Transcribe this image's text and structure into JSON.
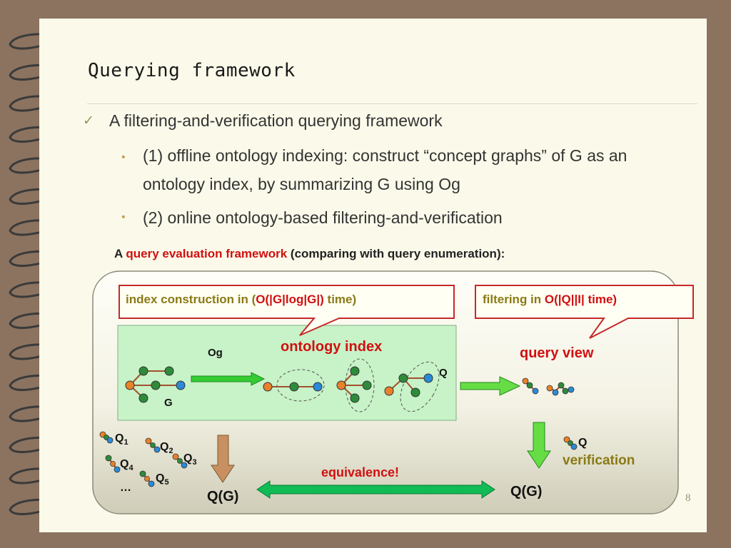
{
  "slide": {
    "title": "Querying framework",
    "bullet_main": "A filtering-and-verification querying framework",
    "sub_bullets": [
      "(1) offline ontology indexing: construct “concept graphs” of G as an ontology index,  by summarizing G using Og",
      "(2) online ontology-based filtering-and-verification"
    ],
    "caption_prefix": "A ",
    "caption_highlight": "query evaluation framework",
    "caption_suffix": " (comparing with query enumeration):",
    "page_number": "8"
  },
  "diagram": {
    "callout_left_prefix": "index construction in (",
    "callout_left_highlight": "O(|G|log|G|)",
    "callout_left_suffix": " time)",
    "callout_right_prefix": "filtering in ",
    "callout_right_highlight": "O(|Q||I| time)",
    "ontology_index_label": "ontology index",
    "query_view_label": "query view",
    "og_label": "Og",
    "g_label": "G",
    "q_label": "Q",
    "queries": [
      "Q1",
      "Q2",
      "Q3",
      "Q4",
      "Q5"
    ],
    "query_names": [
      "Q",
      "Q",
      "Q",
      "Q",
      "Q"
    ],
    "query_subs": [
      "1",
      "2",
      "3",
      "4",
      "5"
    ],
    "ellipsis": "…",
    "qg_left": "Q(G)",
    "qg_right": "Q(G)",
    "equivalence_label": "equivalence!",
    "verification_q": "Q",
    "verification_label": "verification"
  },
  "colors": {
    "accent_red": "#d01010",
    "olive": "#8a7a14",
    "node_green": "#2e8b3a",
    "node_orange": "#e8822a",
    "node_blue": "#2a8ad8",
    "index_box": "#c8f2c8",
    "arrow_green": "#33cc33",
    "arrow_tan": "#c89060"
  }
}
